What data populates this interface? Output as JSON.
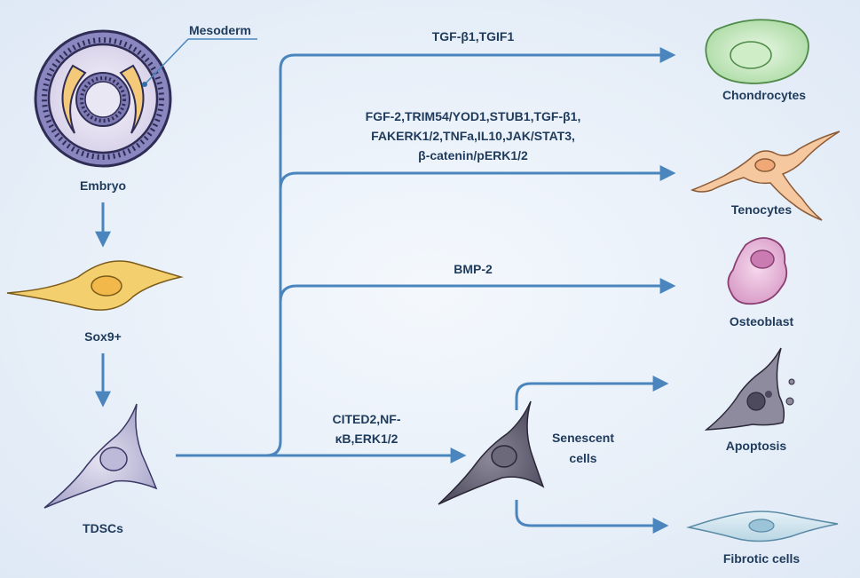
{
  "labels": {
    "mesoderm": "Mesoderm",
    "embryo": "Embryo",
    "sox9": "Sox9+",
    "tdscs": "TDSCs",
    "chondrocytes": "Chondrocytes",
    "tenocytes": "Tenocytes",
    "osteoblast": "Osteoblast",
    "apoptosis": "Apoptosis",
    "fibrotic": "Fibrotic cells",
    "senescent_line1": "Senescent",
    "senescent_line2": "cells"
  },
  "pathways": {
    "chondro": "TGF-β1,TGIF1",
    "teno_line1": "FGF-2,TRIM54/YOD1,STUB1,TGF-β1,",
    "teno_line2": "FAKERK1/2,TNFa,IL10,JAK/STAT3,",
    "teno_line3": "β-catenin/pERK1/2",
    "osteo": "BMP-2",
    "senescence_line1": "CITED2,NF-",
    "senescence_line2": "κB,ERK1/2"
  },
  "colors": {
    "arrow": "#4a86bd",
    "text": "#1f3b5c",
    "background": "#e6eef8"
  }
}
